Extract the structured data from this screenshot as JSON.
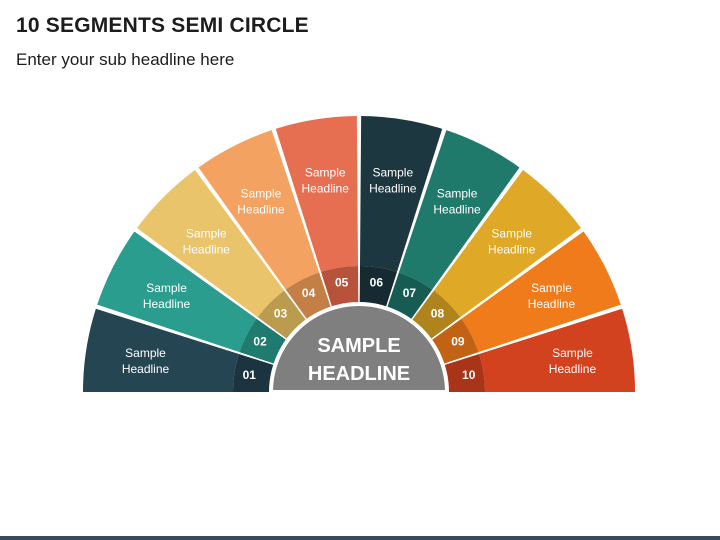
{
  "slide": {
    "title": "10 SEGMENTS SEMI CIRCLE",
    "subtitle": "Enter your sub headline here"
  },
  "center": {
    "line1": "SAMPLE",
    "line2": "HEADLINE",
    "color": "#7f7f7f"
  },
  "segments": [
    {
      "number": "01",
      "line1": "Sample",
      "line2": "Headline",
      "color": "#254553",
      "dark": "#1b3440"
    },
    {
      "number": "02",
      "line1": "Sample",
      "line2": "Headline",
      "color": "#2a9d8f",
      "dark": "#1f7a6f"
    },
    {
      "number": "03",
      "line1": "Sample",
      "line2": "Headline",
      "color": "#e9c46a",
      "dark": "#bb9c4f"
    },
    {
      "number": "04",
      "line1": "Sample",
      "line2": "Headline",
      "color": "#f4a261",
      "dark": "#c47f47"
    },
    {
      "number": "05",
      "line1": "Sample",
      "line2": "Headline",
      "color": "#e76f51",
      "dark": "#b8533b"
    },
    {
      "number": "06",
      "line1": "Sample",
      "line2": "Headline",
      "color": "#1d3740",
      "dark": "#152a31"
    },
    {
      "number": "07",
      "line1": "Sample",
      "line2": "Headline",
      "color": "#1f7a6c",
      "dark": "#175c52"
    },
    {
      "number": "08",
      "line1": "Sample",
      "line2": "Headline",
      "color": "#dfa826",
      "dark": "#b0841d"
    },
    {
      "number": "09",
      "line1": "Sample",
      "line2": "Headline",
      "color": "#ef7b1b",
      "dark": "#c26215"
    },
    {
      "number": "10",
      "line1": "Sample",
      "line2": "Headline",
      "color": "#d2421e",
      "dark": "#a93418"
    }
  ]
}
